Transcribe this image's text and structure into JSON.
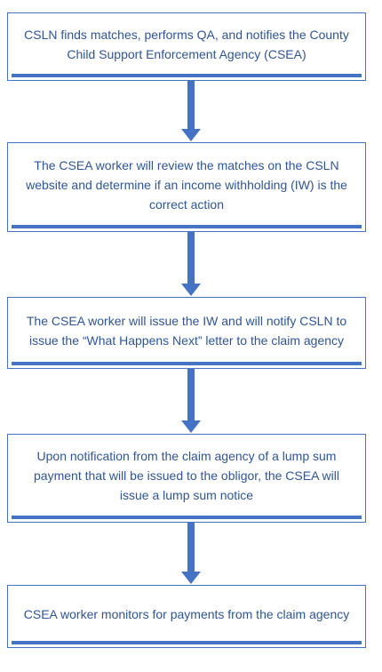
{
  "steps": [
    {
      "text": "CSLN finds matches, performs QA, and notifies the County Child Support Enforcement Agency (CSEA)"
    },
    {
      "text": "The CSEA worker will review the matches on the CSLN website and determine if an income withholding (IW) is the correct action"
    },
    {
      "text": "The CSEA worker will issue the IW and will notify CSLN to issue the “What Happens Next” letter to the claim agency"
    },
    {
      "text": "Upon notification from the claim agency of a lump sum payment that will be issued to the obligor, the CSEA will issue a lump sum notice"
    },
    {
      "text": "CSEA worker monitors for payments from the claim agency"
    }
  ],
  "colors": {
    "box_border": "#4472c4",
    "text": "#2e5597",
    "arrow": "#4472c4"
  }
}
